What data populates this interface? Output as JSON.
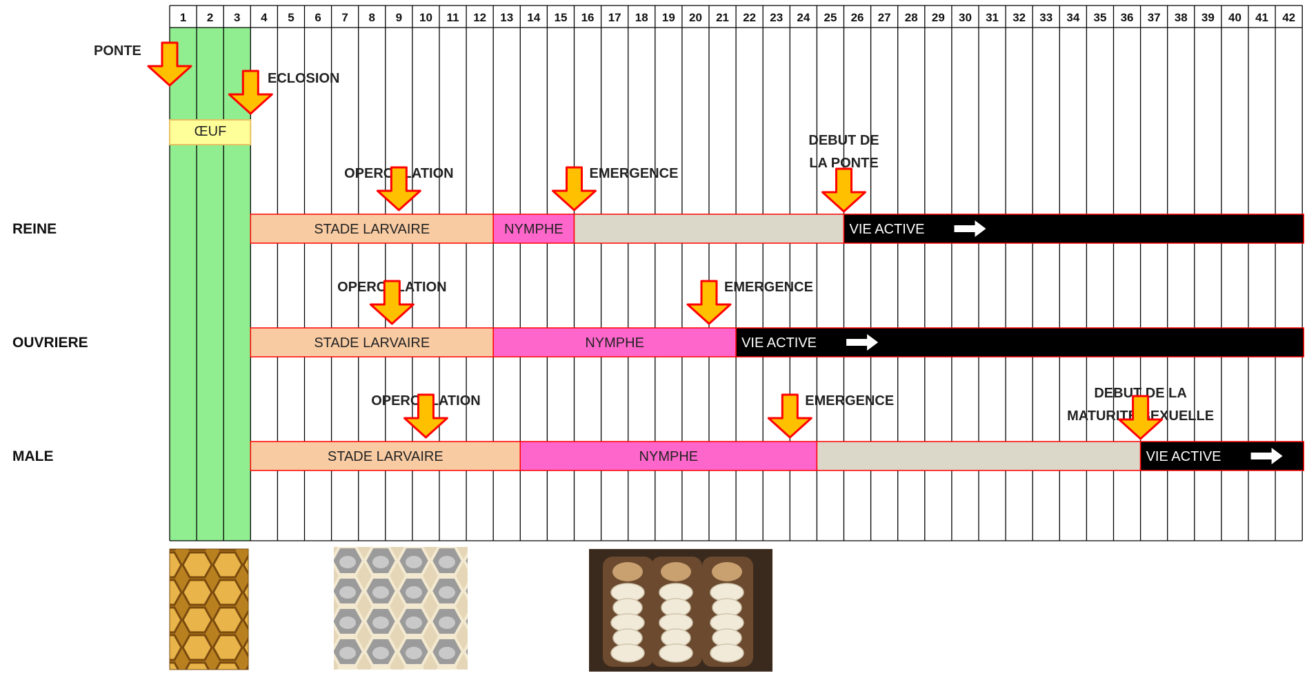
{
  "days": [
    "1",
    "2",
    "3",
    "4",
    "5",
    "6",
    "7",
    "8",
    "9",
    "10",
    "11",
    "12",
    "13",
    "14",
    "15",
    "16",
    "17",
    "18",
    "19",
    "20",
    "21",
    "22",
    "23",
    "24",
    "25",
    "26",
    "27",
    "28",
    "29",
    "30",
    "31",
    "32",
    "33",
    "34",
    "35",
    "36",
    "37",
    "38",
    "39",
    "40",
    "41",
    "42"
  ],
  "colors": {
    "egg_column": "#90ee90",
    "egg_box": "#ffff99",
    "larva": "#f8cba3",
    "nymph": "#ff66cc",
    "waiting": "#dcd8c9",
    "active": "#000000",
    "arrow_fill": "#ffc000",
    "arrow_stroke": "#ff0000",
    "bar_border": "#ff0000"
  },
  "icons": {
    "event_marker": "down-arrow-icon",
    "continues_marker": "right-arrow-icon"
  },
  "events_top": {
    "ponte": "PONTE",
    "eclosion": "ECLOSION",
    "egg": "ŒUF"
  },
  "castes": [
    {
      "name": "REINE",
      "operculation_day": 9,
      "emergence_day": 16,
      "extra_event_day": 26,
      "active_from_day": 26,
      "labels": {
        "operculation": "OPERCULATION",
        "emergence": "EMERGENCE",
        "extra_line1": "DEBUT DE",
        "extra_line2": "LA PONTE",
        "larva": "STADE LARVAIRE",
        "nymph": "NYMPHE",
        "active": "VIE ACTIVE"
      }
    },
    {
      "name": "OUVRIERE",
      "operculation_day": 9,
      "emergence_day": 21,
      "active_from_day": 22,
      "labels": {
        "operculation": "OPERCULATION",
        "emergence": "EMERGENCE",
        "larva": "STADE LARVAIRE",
        "nymph": "NYMPHE",
        "active": "VIE ACTIVE"
      }
    },
    {
      "name": "MALE",
      "operculation_day": 10,
      "emergence_day": 24,
      "extra_event_day": 37,
      "active_from_day": 37,
      "labels": {
        "operculation": "OPERCULATION",
        "emergence": "EMERGENCE",
        "extra_line1": "DEBUT DE LA",
        "extra_line2": "MATURITE SEXUELLE",
        "larva": "STADE LARVAIRE",
        "nymph": "NYMPHE",
        "active": "VIE ACTIVE"
      }
    }
  ],
  "photos": [
    {
      "name": "photo-egg-cells",
      "palette": [
        "#c9902a",
        "#e8b44d",
        "#8a5a12"
      ]
    },
    {
      "name": "photo-larva-cells",
      "palette": [
        "#d8c8a8",
        "#8c8c8c",
        "#f0e6cc"
      ]
    },
    {
      "name": "photo-nymph-cells",
      "palette": [
        "#3a2a1e",
        "#f2ead8",
        "#6b4a2f"
      ]
    }
  ]
}
